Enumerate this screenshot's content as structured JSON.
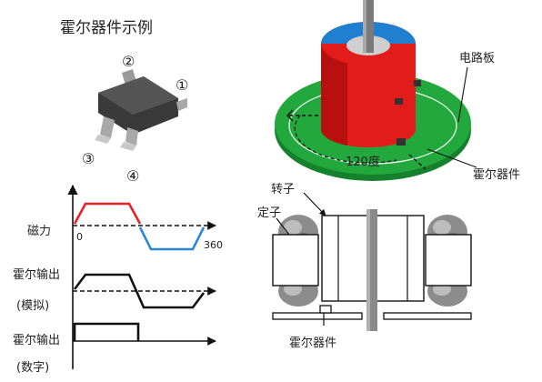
{
  "title": "霍尔器件示例",
  "package_pins": [
    "②",
    "①",
    "③",
    "④"
  ],
  "waveform": {
    "labels": {
      "magnetic": "磁力",
      "analog_line1": "霍尔输出",
      "analog_line2": "(模拟)",
      "digital_line1": "霍尔输出",
      "digital_line2": "(数字)"
    },
    "x_start": "0",
    "x_end": "360",
    "colors": {
      "north": "#e8202a",
      "south": "#2a86d6"
    }
  },
  "sensor_3d": {
    "pcb_label": "电路板",
    "angle_label": "120度",
    "hall_label": "霍尔器件",
    "colors": {
      "magnet_red": "#e21b1b",
      "magnet_blue": "#1f7fd0",
      "pcb_green": "#1fa33a"
    }
  },
  "cross_section": {
    "rotor_label": "转子",
    "stator_label": "定子",
    "hall_label": "霍尔器件"
  }
}
